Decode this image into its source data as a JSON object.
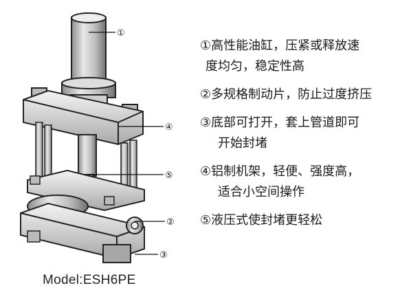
{
  "callouts": [
    "①",
    "②",
    "③",
    "④",
    "⑤"
  ],
  "features": [
    {
      "lines": [
        "①高性能油缸，压紧或释放速",
        "度均匀，稳定性高"
      ]
    },
    {
      "lines": [
        "②多规格制动片，防止过度挤压"
      ]
    },
    {
      "lines": [
        "③底部可打开，套上管道即可",
        "开始封堵"
      ]
    },
    {
      "lines": [
        "④铝制机架，轻便、强度高，",
        "适合小空间操作"
      ]
    },
    {
      "lines": [
        "⑤液压式使封堵更轻松"
      ]
    }
  ],
  "model": "Model:ESH6PE"
}
